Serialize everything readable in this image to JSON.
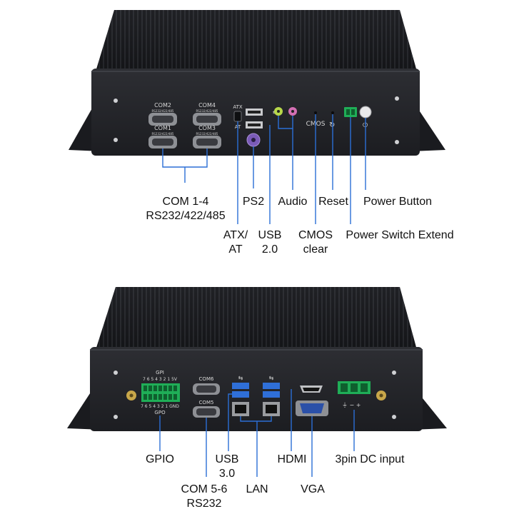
{
  "top_unit": {
    "port_labels": {
      "com2": "COM2",
      "com4": "COM4",
      "com1": "COM1",
      "com3": "COM3",
      "com_spec": "RS232/422/485",
      "atx_top": "ATX",
      "atx_bottom": "AT",
      "cmos": "CMOS"
    },
    "callouts": {
      "com_1_4": {
        "line1": "COM 1-4",
        "line2": "RS232/422/485"
      },
      "ps2": "PS2",
      "audio": "Audio",
      "reset": "Reset",
      "power_button": "Power Button",
      "atx_at": {
        "line1": "ATX/",
        "line2": "AT"
      },
      "usb_2": {
        "line1": "USB",
        "line2": "2.0"
      },
      "cmos_clear": {
        "line1": "CMOS",
        "line2": "clear"
      },
      "power_switch_extend": "Power Switch Extend"
    }
  },
  "bottom_unit": {
    "port_labels": {
      "gpi": "GPI",
      "gpi_pins": "7 6 5 4 3 2 1 5V",
      "gpo_pins": "7 6 5 4 3 2 1 GND",
      "gpo": "GPO",
      "com6": "COM6",
      "com5": "COM5"
    },
    "callouts": {
      "gpio": "GPIO",
      "usb_3": {
        "line1": "USB",
        "line2": "3.0"
      },
      "hdmi": "HDMI",
      "dc_input": "3pin DC input",
      "com_5_6": {
        "line1": "COM 5-6",
        "line2": "RS232"
      },
      "lan": "LAN",
      "vga": "VGA"
    }
  },
  "colors": {
    "chassis": "#1b1c20",
    "front_panel": "#26272c",
    "callout_line": "#2b6fd6",
    "terminal_green": "#1fae57",
    "usb3_blue": "#2f6fd8",
    "audio_green": "#b8d84a",
    "audio_pink": "#d46fb3",
    "ps2_purple": "#7b5bb8"
  }
}
